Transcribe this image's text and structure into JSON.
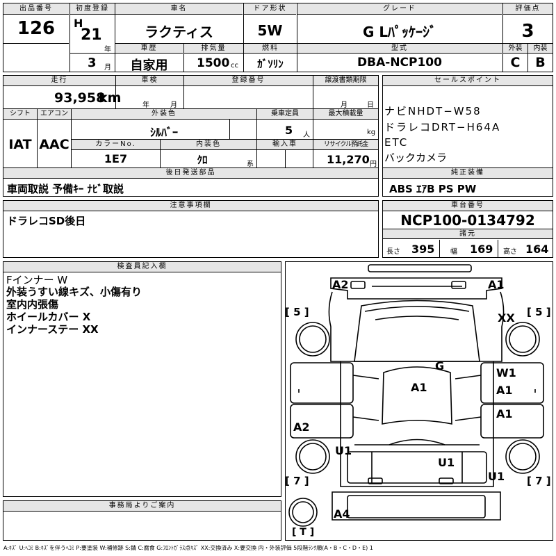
{
  "row1": {
    "lot_label": "出品番号",
    "lot_value": "126",
    "first_reg_label": "初度登録",
    "era_prefix": "H",
    "year_value": "21",
    "year_unit": "年",
    "month_value": "3",
    "month_unit": "月",
    "car_name_label": "車名",
    "car_name": "ラクティス",
    "door_label": "ドア形状",
    "door_value": "5W",
    "grade_label": "グレード",
    "grade_value": "G Lﾊﾟｯｹｰｼﾞ",
    "score_label": "評価点",
    "score_value": "3",
    "history_label": "車歴",
    "history_value": "自家用",
    "displacement_label": "排気量",
    "displacement_value": "1500",
    "displacement_unit": "cc",
    "fuel_label": "燃料",
    "fuel_value": "ｶﾞｿﾘﾝ",
    "model_label": "型式",
    "model_value": "DBA-NCP100",
    "exterior_label": "外装",
    "exterior_value": "C",
    "interior_label": "内装",
    "interior_value": "B"
  },
  "row2": {
    "mileage_label": "走行",
    "mileage_value": "93,958",
    "mileage_unit": "km",
    "inspection_label": "車検",
    "inspection_year_unit": "年",
    "inspection_month_unit": "月",
    "reg_no_label": "登録番号",
    "transfer_label": "譲渡書類期限",
    "transfer_month_unit": "月",
    "transfer_day_unit": "日",
    "shift_label": "シフト",
    "shift_value": "IAT",
    "ac_label": "エアコン",
    "ac_value": "AAC",
    "ext_color_label": "外装色",
    "ext_color_value": "ｼﾙﾊﾞｰ",
    "capacity_label": "乗車定員",
    "capacity_value": "5",
    "capacity_unit": "人",
    "max_load_label": "最大積載量",
    "max_load_unit": "kg",
    "color_no_label": "カラーNo.",
    "color_no_value": "1E7",
    "int_color_label": "内装色",
    "int_color_value": "ｸﾛ",
    "int_color_unit": "系",
    "import_label": "輸入車",
    "recycle_label": "リサイクル預託金",
    "recycle_value": "11,270",
    "recycle_unit": "円",
    "later_parts_label": "後日発送部品",
    "later_parts_value": "車両取説 予備ｷｰ ﾅﾋﾞ取説"
  },
  "sales": {
    "label": "セールスポイント",
    "items": [
      "ナビNHDT−W58",
      "ドラレコDRT−H64A",
      "ETC",
      "バックカメラ"
    ],
    "equip_label": "純正装備",
    "equip_value": "ABS ｴｱB PS PW"
  },
  "caution": {
    "label": "注意事項欄",
    "value": "ドラレコSD後日"
  },
  "chassis": {
    "label": "車台番号",
    "value": "NCP100-0134792",
    "spec_label": "諸元",
    "length_label": "長さ",
    "length_value": "395",
    "width_label": "幅",
    "width_value": "169",
    "height_label": "高さ",
    "height_value": "164"
  },
  "inspector": {
    "label": "検査員記入欄",
    "lines": [
      "Fインナー W",
      "外装うすい線キズ、小傷有り",
      "室内内張傷",
      "ホイールカバー X",
      "インナーステー XX"
    ]
  },
  "office": {
    "label": "事務局よりご案内"
  },
  "diagram": {
    "marks": [
      "A2",
      "A1",
      "XX",
      "G",
      "W1",
      "A1",
      "A1",
      "A1",
      "A2",
      "U1",
      "U1",
      "U1",
      "A4"
    ],
    "bracket_left_top": "[ 5 ]",
    "bracket_right_top": "[ 5 ]",
    "bracket_left_bottom": "[ 7 ]",
    "bracket_right_bottom": "[ 7 ]",
    "bracket_spare": "[ T ]"
  },
  "footer": {
    "legend": "A:ｷｽﾞ U:ﾍｺﾐ B:ｷｽﾞを伴うﾍｺﾐ P:要塗装 W:補修跡 S:錆 C:腐食 G:ﾌﾛﾝﾄｶﾞﾗｽ点ｷｽﾞ XX:交換済み X:要交換 内・外装評価 5段階ﾗﾝｸ順(A・B・C・D・E) 1"
  }
}
